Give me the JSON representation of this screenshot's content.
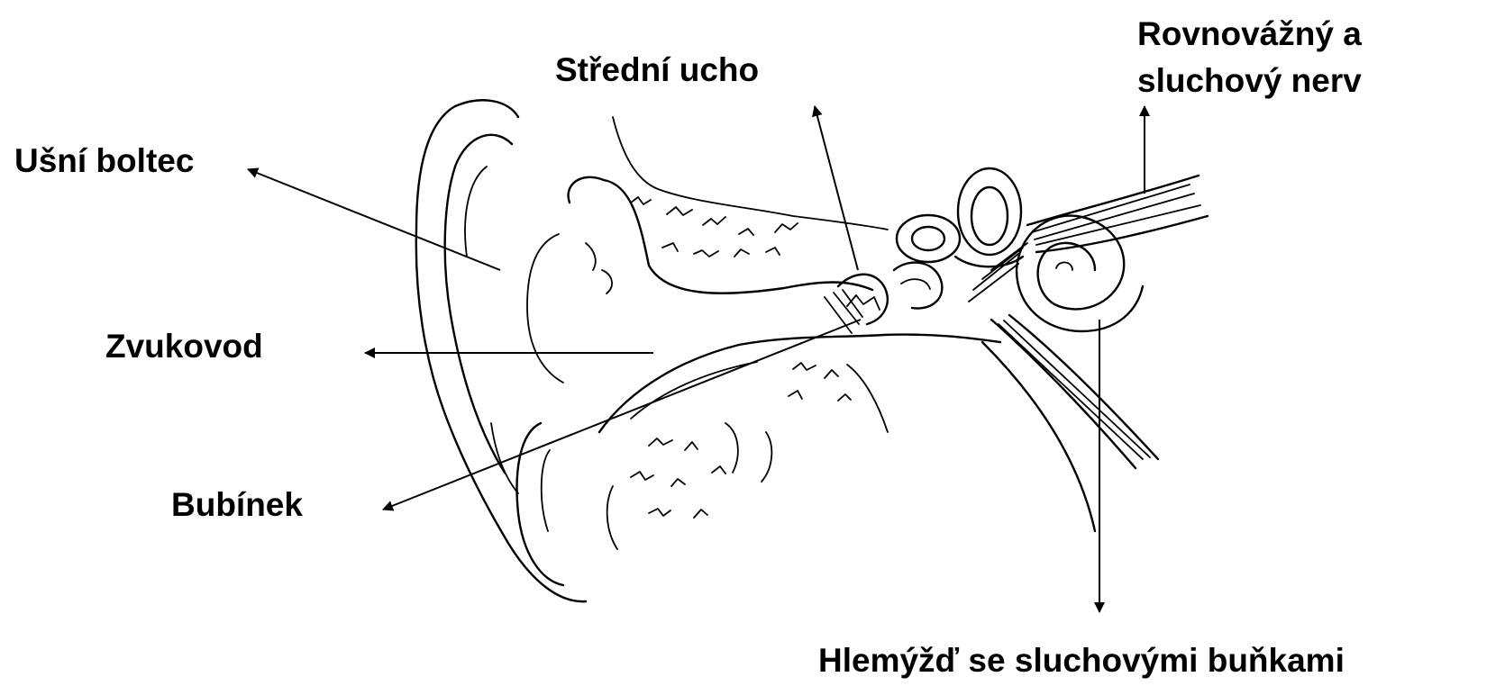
{
  "labels": {
    "stredni_ucho": "Střední ucho",
    "nerv_line1": "Rovnovážný a",
    "nerv_line2": "sluchový nerv",
    "usni_boltec": "Ušní boltec",
    "zvukovod": "Zvukovod",
    "bubinek": "Bubínek",
    "hlemyzd": "Hlemýžď se sluchovými buňkami"
  },
  "colors": {
    "ink": "#000000",
    "background": "#ffffff"
  }
}
